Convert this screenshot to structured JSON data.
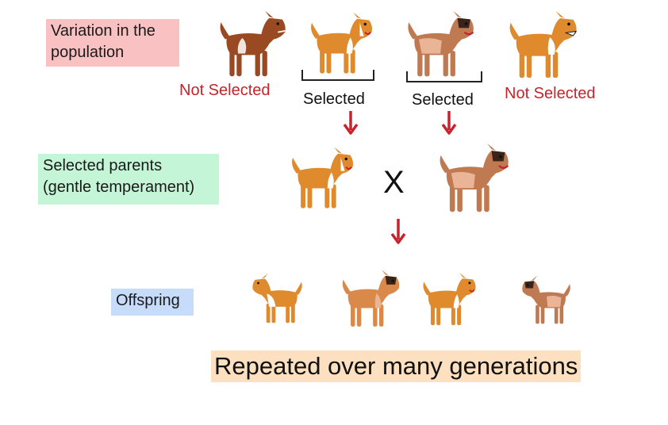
{
  "labels": {
    "variation": "Variation in the population",
    "variation_line1": "Variation in the",
    "variation_line2": "population",
    "parents_line1": "Selected parents",
    "parents_line2": "(gentle temperament)",
    "offspring": "Offspring"
  },
  "population": {
    "not_selected_left": "Not Selected",
    "selected_1": "Selected",
    "selected_2": "Selected",
    "not_selected_right": "Not Selected"
  },
  "cross_symbol": "X",
  "banner": "Repeated over many generations",
  "colors": {
    "variation_box": "#f9c1c1",
    "parents_box": "#c4f5d6",
    "offspring_box": "#c7dcfb",
    "banner_box": "#fce0c0",
    "not_selected_text": "#c8232c",
    "arrow": "#c8232c",
    "dog_orange": "#e08a2e",
    "dog_brown": "#9a4a22",
    "dog_tan": "#e9b596"
  }
}
